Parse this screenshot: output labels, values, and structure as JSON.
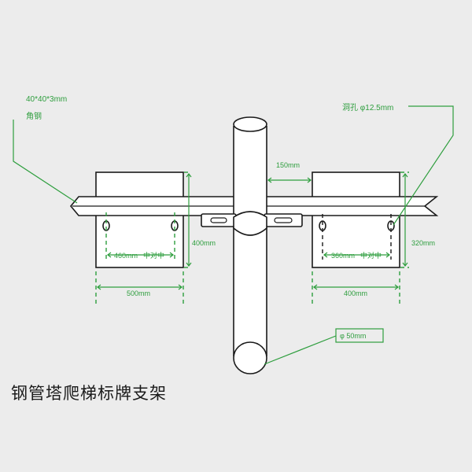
{
  "title": "钢管塔爬梯标牌支架",
  "annotations": {
    "angle_steel_size": "40*40*3mm",
    "angle_steel_name": "角钢",
    "hole_label": "洞孔 φ12.5mm",
    "pipe_diameter": "φ 50mm"
  },
  "dimensions": {
    "left_hole_spacing": "460mm",
    "left_hole_spacing_note": "中对中",
    "left_panel_width": "500mm",
    "left_panel_height": "400mm",
    "right_hole_spacing": "360mm",
    "right_hole_spacing_note": "中对中",
    "right_panel_width": "400mm",
    "right_panel_height": "320mm",
    "gap_to_pipe": "150mm"
  },
  "colors": {
    "dimension_green": "#2e9e3e",
    "line_black": "#1a1a1a",
    "background": "#ececec"
  }
}
